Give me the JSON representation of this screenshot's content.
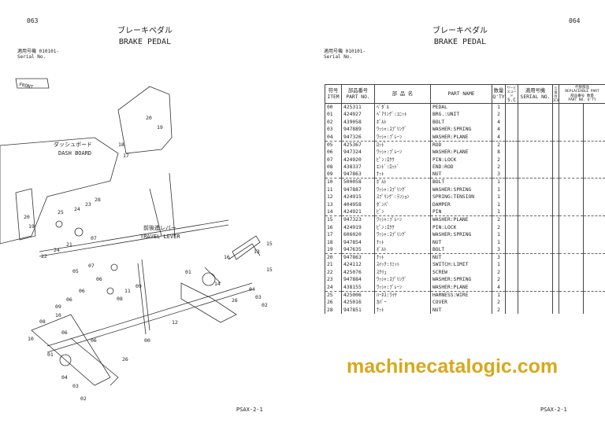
{
  "left_page": {
    "page_number": "063",
    "title_jp": "ブレーキペダル",
    "title_en": "BRAKE PEDAL",
    "serial_label_jp": "適用号機",
    "serial_value": "010101-",
    "serial_label_en": "Serial No.",
    "footer": "PSAX-2-1",
    "diagram_labels": {
      "dash_board_jp": "ダッシュボード",
      "dash_board_en": "DASH BOARD",
      "travel_lever_jp": "前後進レバー",
      "travel_lever_en": "TRAVEL LEVER",
      "front": "FRONT"
    },
    "callouts": [
      "20",
      "19",
      "18",
      "17",
      "23",
      "24",
      "28",
      "25",
      "20",
      "19",
      "21",
      "24",
      "22",
      "07",
      "07",
      "15",
      "13",
      "16",
      "15",
      "05",
      "01",
      "06",
      "06",
      "08",
      "09",
      "06",
      "09",
      "11",
      "10",
      "14",
      "04",
      "03",
      "02",
      "26",
      "12",
      "00",
      "08",
      "06",
      "10",
      "06",
      "01",
      "26",
      "04",
      "03",
      "02"
    ]
  },
  "right_page": {
    "page_number": "064",
    "title_jp": "ブレーキペダル",
    "title_en": "BRAKE PEDAL",
    "serial_label_jp": "適用号機",
    "serial_value": "010101-",
    "serial_label_en": "Serial No.",
    "footer": "PSAX-2-1",
    "table": {
      "headers": {
        "item_jp": "符号",
        "item_en": "ITEM",
        "part_no_jp": "部品番号",
        "part_no_en": "PART NO.",
        "name_jp": "部 品 名",
        "name_en": "PART NAME",
        "qty_jp": "数量",
        "qty_en": "Q'TY",
        "sc_jp": "サービスコード",
        "sc_en": "S.C",
        "serial_jp": "適用号機",
        "serial_en": "SERIAL NO.",
        "compat_jp": "互換性",
        "compat_en": "ICA",
        "repl_jp": "代替部品",
        "repl_en": "REPLACEABLE PART",
        "repl_part_jp": "部品番号",
        "repl_part_en": "PART NO.",
        "repl_qty_jp": "数量",
        "repl_qty_en": "Q'TY"
      },
      "rows": [
        [
          "00",
          "425311",
          "ﾍﾟﾀﾞﾙ",
          "PEDAL",
          "1"
        ],
        [
          "01",
          "424927",
          "ﾍﾞｱﾘﾝｸﾞ:ﾕﾆｯﾄ",
          "BRG.:UNIT",
          "2"
        ],
        [
          "02",
          "439058",
          "ﾎﾞﾙﾄ",
          "BOLT",
          "4"
        ],
        [
          "03",
          "947889",
          "ﾜｯｼｬ:ｽﾌﾟﾘﾝｸﾞ",
          "WASHER:SPRING",
          "4"
        ],
        [
          "04",
          "947326",
          "ﾜｯｼｬ:ﾌﾟﾚｰﾝ",
          "WASHER:PLANE",
          "4"
        ],
        [
          "05",
          "425367",
          "ﾛｯﾄﾞ",
          "ROD",
          "2"
        ],
        [
          "06",
          "947324",
          "ﾜｯｼｬ:ﾌﾟﾚｰﾝ",
          "WASHER:PLANE",
          "8"
        ],
        [
          "07",
          "424920",
          "ﾋﾟﾝ:ﾛｸｸ",
          "PIN:LOCK",
          "2"
        ],
        [
          "08",
          "438337",
          "ｴﾝﾄﾞ:ﾛｯﾄﾞ",
          "END:ROD",
          "2"
        ],
        [
          "09",
          "947863",
          "ﾅｯﾄ",
          "NUT",
          "3"
        ],
        [
          "10",
          "500058",
          "ﾎﾞﾙﾄ",
          "BOLT",
          "1"
        ],
        [
          "11",
          "947887",
          "ﾜｯｼｬ:ｽﾌﾟﾘﾝｸﾞ",
          "WASHER:SPRING",
          "1"
        ],
        [
          "12",
          "424915",
          "ｽﾌﾟﾘﾝｸﾞ:ﾃﾝｼｮﾝ",
          "SPRING:TENSION",
          "1"
        ],
        [
          "13",
          "404958",
          "ﾀﾞﾝﾊﾟ",
          "DAMPER",
          "1"
        ],
        [
          "14",
          "424921",
          "ﾋﾟﾝ",
          "PIN",
          "1"
        ],
        [
          "15",
          "947323",
          "ﾜｯｼｬ:ﾌﾟﾚｰﾝ",
          "WASHER:PLANE",
          "2"
        ],
        [
          "16",
          "424919",
          "ﾋﾟﾝ:ﾛｸｸ",
          "PIN:LOCK",
          "2"
        ],
        [
          "17",
          "606020",
          "ﾜｯｼｬ:ｽﾌﾟﾘﾝｸﾞ",
          "WASHER:SPRING",
          "1"
        ],
        [
          "18",
          "947854",
          "ﾅｯﾄ",
          "NUT",
          "1"
        ],
        [
          "19",
          "947635",
          "ﾎﾞﾙﾄ",
          "BOLT",
          "3"
        ],
        [
          "20",
          "947863",
          "ﾅｯﾄ",
          "NUT",
          "3"
        ],
        [
          "21",
          "424112",
          "ｽｲｯﾁ:ﾘﾐｯﾄ",
          "SWITCH:LIMIT",
          "1"
        ],
        [
          "22",
          "425076",
          "ｽｸﾘｭ",
          "SCREW",
          "2"
        ],
        [
          "23",
          "947884",
          "ﾜｯｼｬ:ｽﾌﾟﾘﾝｸﾞ",
          "WASHER:SPRING",
          "2"
        ],
        [
          "24",
          "438155",
          "ﾜｯｼｬ:ﾌﾟﾚｰﾝ",
          "WASHER:PLANE",
          "4"
        ],
        [
          "25",
          "425006",
          "ﾊｰﾈｽ:ﾜｲﾔ",
          "HARNESS:WIRE",
          "1"
        ],
        [
          "26",
          "425016",
          "ｶﾊﾞｰ",
          "COVER",
          "2"
        ],
        [
          "28",
          "947851",
          "ﾅｯﾄ",
          "NUT",
          "2"
        ]
      ]
    }
  },
  "watermark": "machinecatalogic.com",
  "colors": {
    "watermark": "#d9a81a",
    "ink": "#222222"
  }
}
